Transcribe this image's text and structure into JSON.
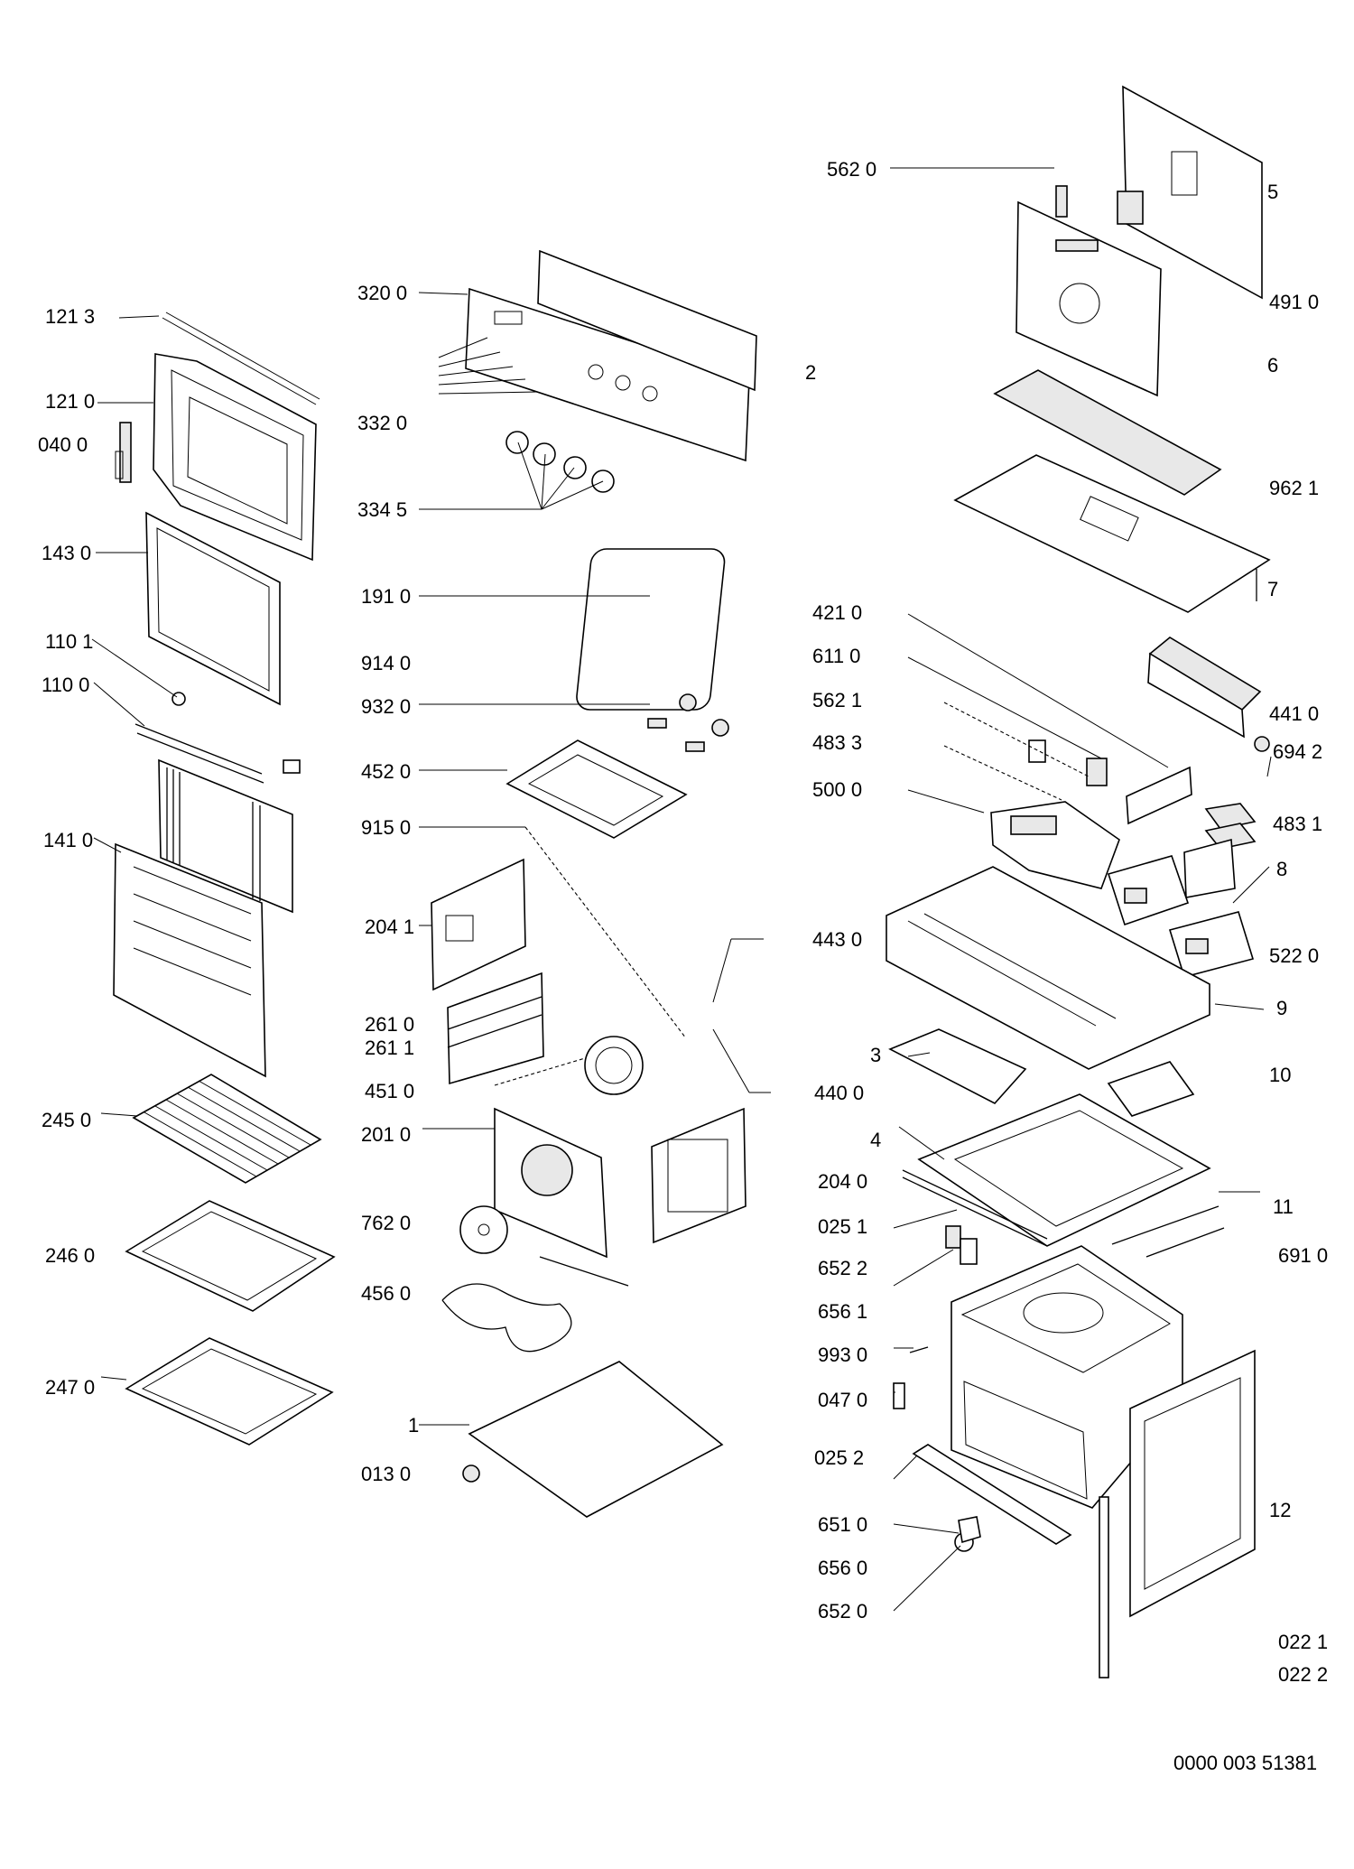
{
  "diagram": {
    "doc_number": "0000 003 51381",
    "labels": {
      "l5620": "562 0",
      "l5": "5",
      "l4910": "491 0",
      "l3200": "320 0",
      "l1213": "121 3",
      "l2": "2",
      "l1210": "121 0",
      "l0400": "040 0",
      "l6": "6",
      "l3320": "332 0",
      "l3345": "334 5",
      "l9621": "962 1",
      "l1430": "143 0",
      "l7": "7",
      "l1910": "191 0",
      "l4210": "421 0",
      "l1101": "110 1",
      "l6110": "611 0",
      "l9140": "914 0",
      "l1100": "110 0",
      "l5621": "562 1",
      "l4410": "441 0",
      "l9320": "932 0",
      "l4833": "483 3",
      "l6942": "694 2",
      "l4520": "452 0",
      "l5000": "500 0",
      "l4831": "483 1",
      "l9150": "915 0",
      "l1410": "141 0",
      "l8": "8",
      "l2041": "204 1",
      "l4430": "443 0",
      "l5220": "522 0",
      "l9": "9",
      "l2610": "261 0",
      "l2611": "261 1",
      "l3": "3",
      "l10": "10",
      "l4510": "451 0",
      "l4400": "440 0",
      "l2450": "245 0",
      "l2010": "201 0",
      "l4": "4",
      "l2040": "204 0",
      "l11": "11",
      "l7620": "762 0",
      "l0251": "025 1",
      "l2460": "246 0",
      "l6910": "691 0",
      "l6522": "652 2",
      "l4560": "456 0",
      "l6561": "656 1",
      "l9930": "993 0",
      "l2470": "247 0",
      "l0470": "047 0",
      "l1": "1",
      "l0252": "025 2",
      "l0130": "013 0",
      "l12": "12",
      "l6510": "651 0",
      "l6560": "656 0",
      "l6520": "652 0",
      "l0221": "022 1",
      "l0222": "022 2"
    }
  }
}
